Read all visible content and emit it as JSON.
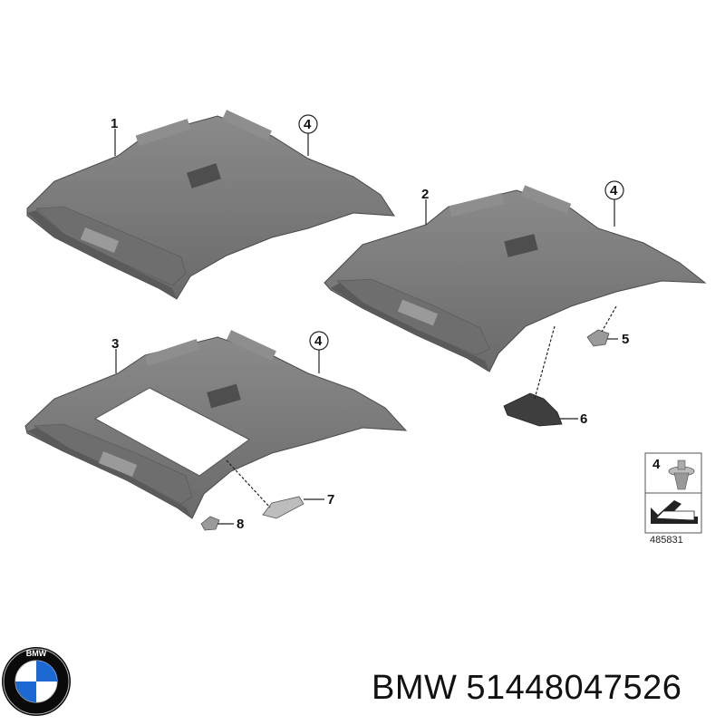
{
  "diagram": {
    "parts": [
      {
        "callout": "1"
      },
      {
        "callout": "2"
      },
      {
        "callout": "3"
      },
      {
        "callout": "4"
      },
      {
        "callout": "5"
      },
      {
        "callout": "6"
      },
      {
        "callout": "7"
      },
      {
        "callout": "8"
      }
    ],
    "legend": {
      "callout": "4",
      "reference_code": "485831"
    }
  },
  "footer": {
    "brand": "BMW",
    "part_number": "51448047526",
    "logo_letters": "BMW"
  },
  "colors": {
    "panel_fill": "#7c7c7c",
    "panel_dark": "#5a5a5a",
    "panel_edge": "#9a9a9a",
    "line": "#222222",
    "bmw_blue": "#1c69d4"
  }
}
